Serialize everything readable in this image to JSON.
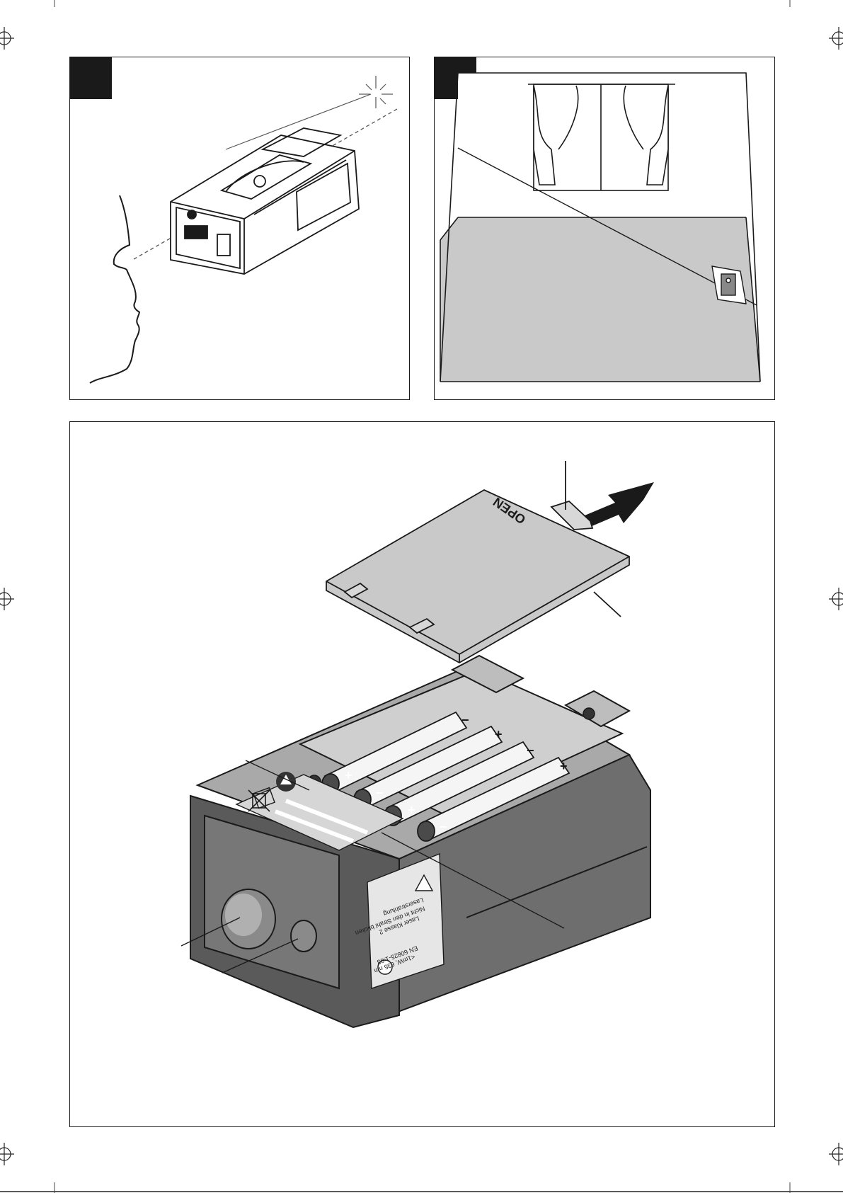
{
  "figures": {
    "fig_a": {
      "name": "eye-laser-warning"
    },
    "fig_b": {
      "name": "room-measurement"
    },
    "fig_c": {
      "name": "battery-replacement"
    }
  },
  "cover_text": "OPEN",
  "laser_label_lines": [
    "Laserstrahlung",
    "Nicht in den Strahl blicken",
    "Laser Klasse 2",
    "EN 60825-1:03",
    "<1mW, 635 nm"
  ],
  "icons": [
    "crosshair-mark-icon",
    "lens-icon",
    "laser-warning-icon",
    "recycle-icon"
  ]
}
